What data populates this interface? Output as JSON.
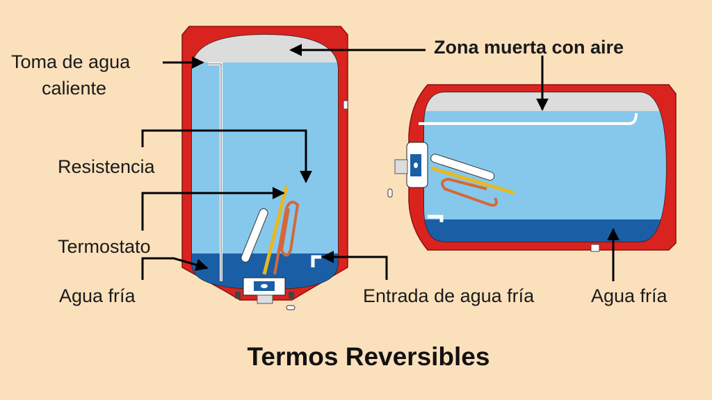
{
  "labels": {
    "hot_water_outlet_line1": "Toma de agua",
    "hot_water_outlet_line2": "caliente",
    "dead_zone": "Zona muerta con aire",
    "resistance": "Resistencia",
    "thermostat": "Termostato",
    "cold_water_left": "Agua fría",
    "cold_water_inlet": "Entrada de agua fría",
    "cold_water_right": "Agua fría"
  },
  "title": "Termos Reversibles",
  "colors": {
    "background": "#fbe0bc",
    "shell": "#d9231f",
    "air": "#dcdcdc",
    "water": "#86c8ec",
    "cold_water": "#1a5fa6"
  }
}
